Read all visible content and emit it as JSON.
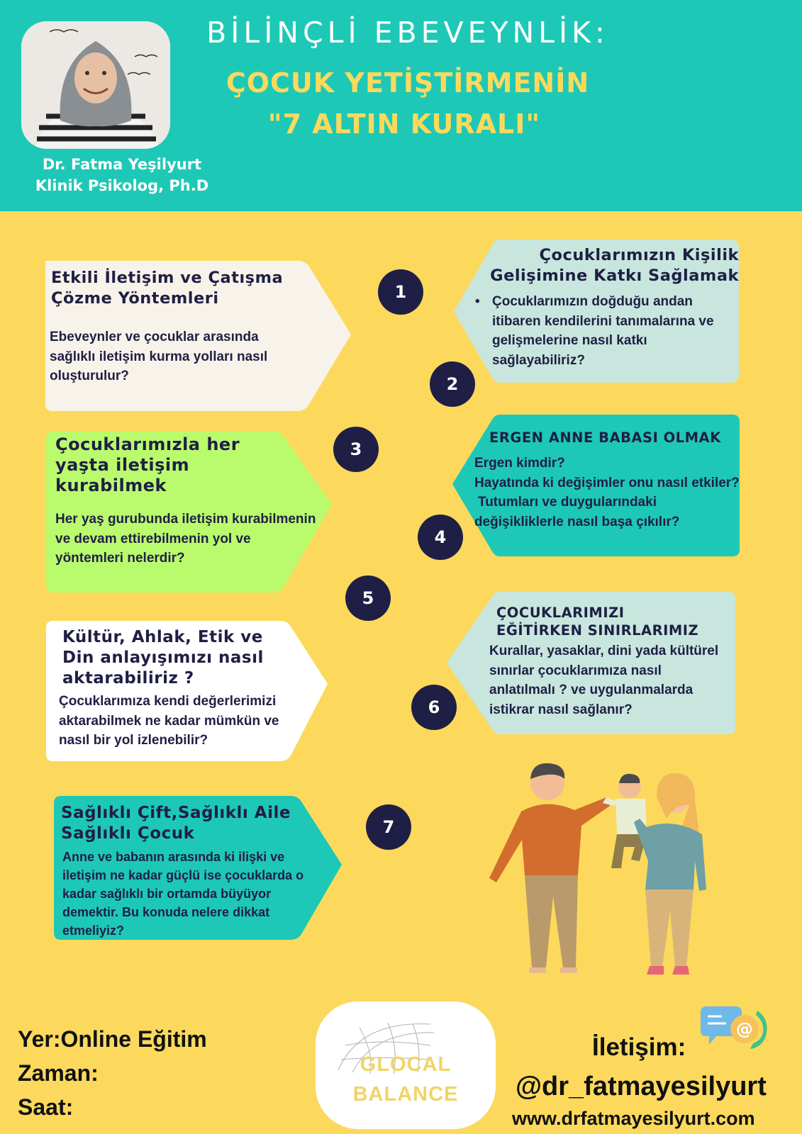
{
  "header": {
    "title": "BİLİNÇLİ EBEVEYNLİK:",
    "subtitle_line1": "ÇOCUK YETİŞTİRMENİN",
    "subtitle_line2": "\"7 ALTIN KURALI\"",
    "author_name": "Dr. Fatma Yeşilyurt",
    "author_title": "Klinik Psikolog, Ph.D"
  },
  "cards": [
    {
      "number": "1",
      "title": "Etkili İletişim ve Çatışma Çözme Yöntemleri",
      "body": "Ebeveynler ve çocuklar arasında sağlıklı iletişim kurma yolları nasıl oluşturulur?"
    },
    {
      "number": "2",
      "title": "Çocuklarımızın Kişilik Gelişimine Katkı Sağlamak",
      "body": "Çocuklarımızın doğduğu andan itibaren kendilerini tanımalarına ve gelişmelerine nasıl katkı sağlayabiliriz?"
    },
    {
      "number": "3",
      "title": "Çocuklarımızla her yaşta iletişim kurabilmek",
      "body": "Her yaş gurubunda iletişim kurabilmenin ve devam ettirebilmenin yol ve yöntemleri nelerdir?"
    },
    {
      "number": "4",
      "title": "ERGEN ANNE BABASI OLMAK",
      "body_lines": [
        "Ergen kimdir?",
        "Hayatında ki değişimler onu nasıl etkiler?",
        "Tutumları ve duygularındaki",
        "değişikliklerle nasıl başa çıkılır?"
      ]
    },
    {
      "number": "5",
      "title": "Kültür, Ahlak, Etik ve Din anlayışımızı nasıl aktarabiliriz ?",
      "body": "Çocuklarımıza kendi değerlerimizi aktarabilmek ne kadar mümkün ve nasıl bir yol izlenebilir?"
    },
    {
      "number": "6",
      "title_line1": "ÇOCUKLARIMIZI",
      "title_line2": "EĞİTİRKEN SINIRLARIMIZ",
      "body": "Kurallar, yasaklar, dini yada kültürel sınırlar çocuklarımıza nasıl anlatılmalı ? ve uygulanmalarda istikrar nasıl sağlanır?"
    },
    {
      "number": "7",
      "title_line1": "Sağlıklı Çift,Sağlıklı Aile",
      "title_line2": "Sağlıklı Çocuk",
      "body": "Anne ve babanın arasında ki ilişki ve iletişim ne kadar güçlü ise çocuklarda o kadar sağlıklı bir ortamda büyüyor demektir. Bu konuda nelere dikkat etmeliyiz?"
    }
  ],
  "footer": {
    "place": "Yer:Online Eğitim",
    "time": "Zaman:",
    "hour": "Saat:",
    "logo_line1": "GLOCAL",
    "logo_line2": "BALANCE",
    "contact_label": "İletişim:",
    "handle": "@dr_fatmayesilyurt",
    "website": "www.drfatmayesilyurt.com"
  },
  "colors": {
    "teal": "#1ec8b6",
    "yellow": "#fcd95c",
    "navy": "#1f1f45",
    "cream": "#f8f3ea",
    "pale_teal": "#c8e6dd",
    "lime": "#b9fb6c",
    "white": "#ffffff"
  },
  "icons": [
    "family-illustration",
    "contact-icon",
    "globe-icon",
    "portrait-photo"
  ]
}
